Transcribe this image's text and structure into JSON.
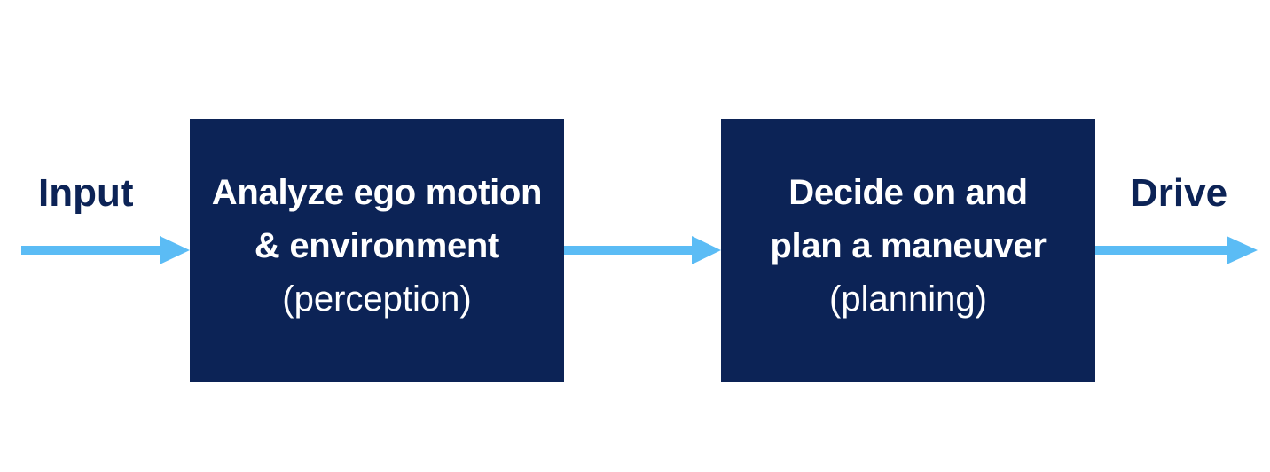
{
  "diagram": {
    "input_label": "Input",
    "output_label": "Drive",
    "blocks": [
      {
        "line1": "Analyze ego motion",
        "line2": "& environment",
        "subtitle": "(perception)"
      },
      {
        "line1": "Decide on and",
        "line2": "plan a maneuver",
        "subtitle": "(planning)"
      }
    ]
  },
  "colors": {
    "block_fill": "#0c2356",
    "block_text": "#ffffff",
    "label_text": "#0c2356",
    "arrow": "#5bbcf5",
    "background": "#ffffff"
  }
}
